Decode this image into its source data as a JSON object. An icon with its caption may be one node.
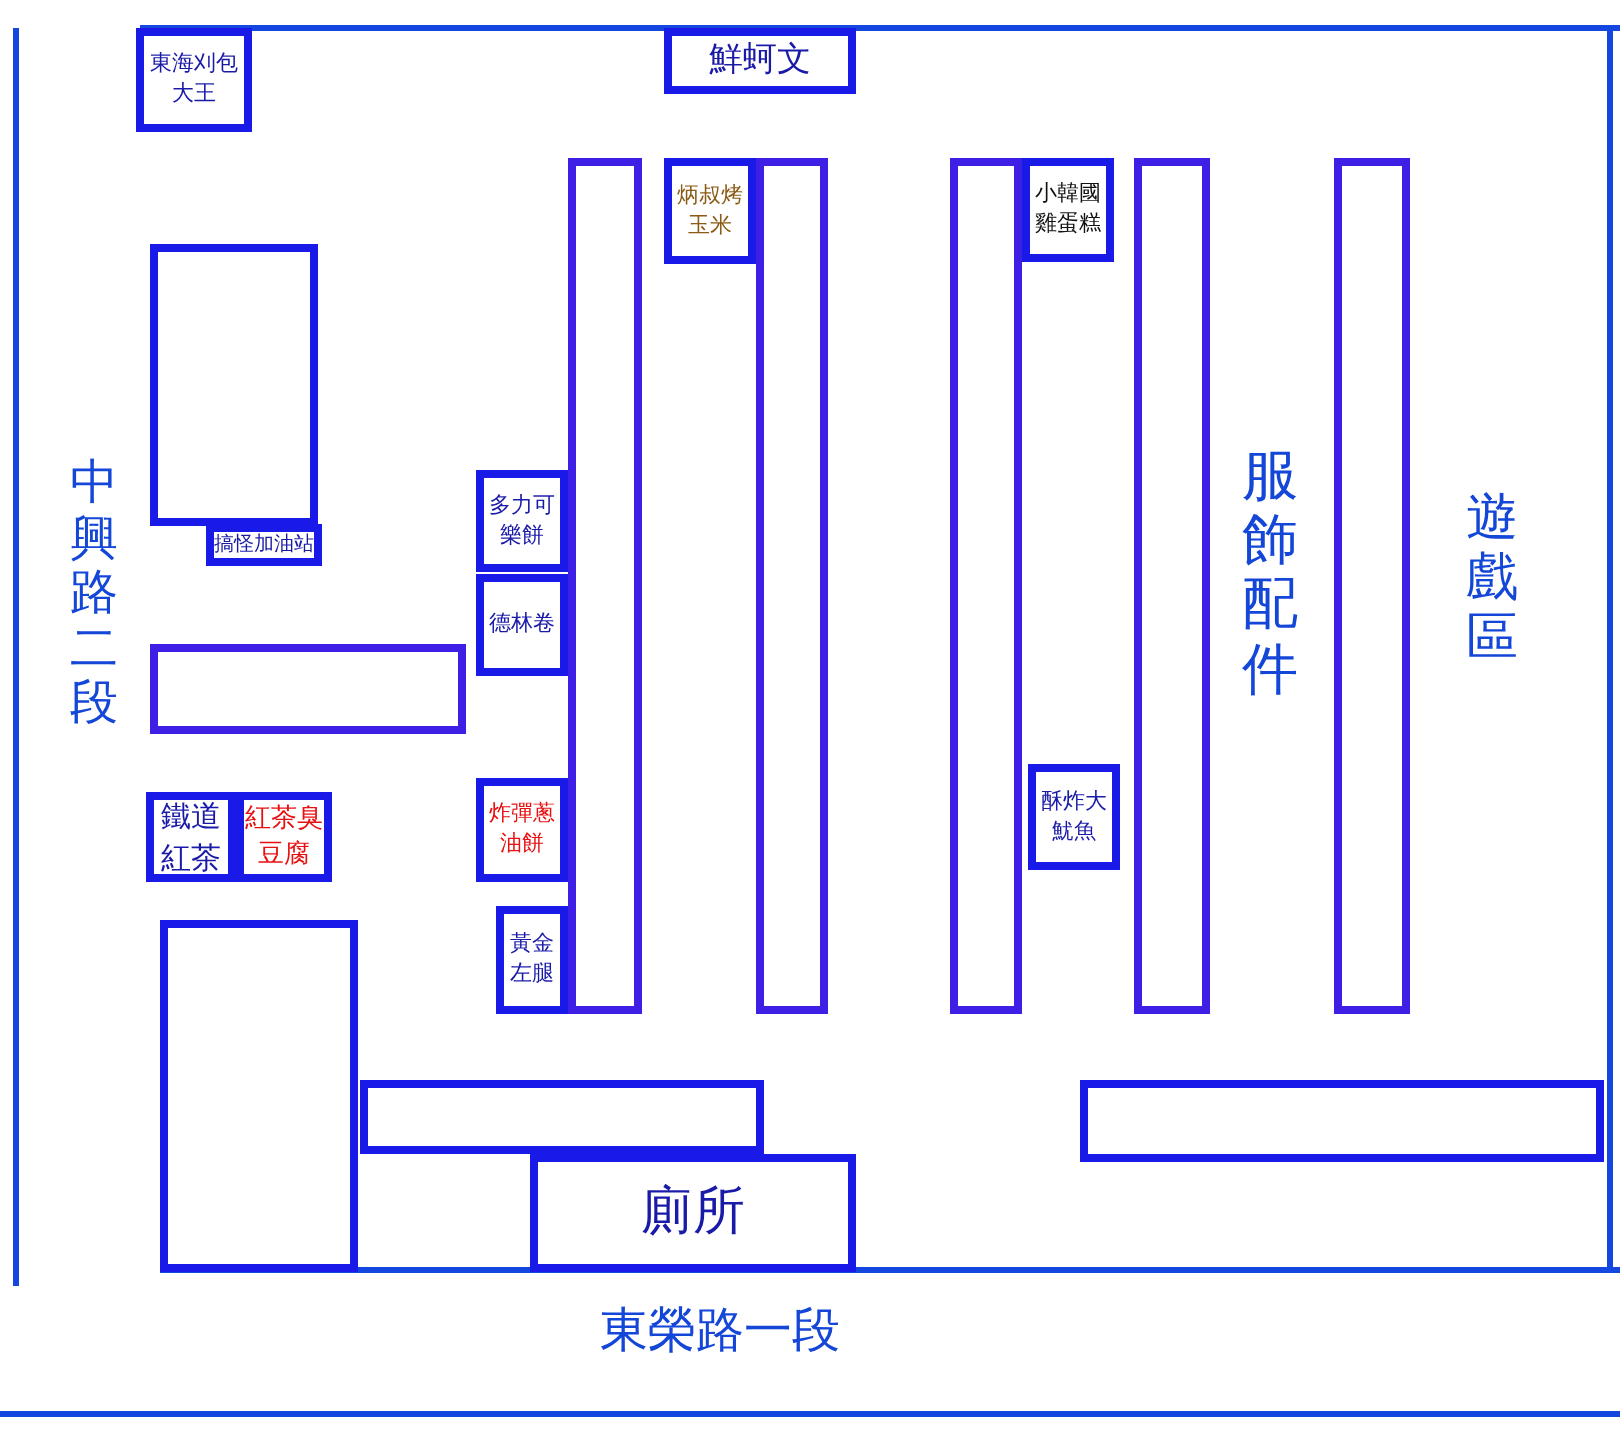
{
  "diagram": {
    "nodes": [
      {
        "text": [
          "東海刈包大王"
        ]
      },
      {
        "text": [
          "鮮蚵文"
        ]
      },
      {
        "text": [],
        "shape": "box"
      },
      {
        "text": [
          "炳叔烤玉米"
        ]
      },
      {
        "text": [],
        "shape": "box"
      },
      {
        "text": [],
        "shape": "box"
      },
      {
        "text": [
          "小韓國雞蛋糕"
        ]
      },
      {
        "text": [],
        "shape": "box"
      },
      {
        "text": [],
        "shape": "box"
      },
      {
        "text": [],
        "shape": "box"
      },
      {
        "text": [
          "搞怪加油站"
        ]
      },
      {
        "text": [
          "多力可樂餅"
        ]
      },
      {
        "text": [
          "德林卷"
        ]
      },
      {
        "text": [],
        "shape": "box"
      },
      {
        "text": [
          "酥炸大魷魚"
        ]
      },
      {
        "text": [
          "鐵道紅茶"
        ]
      },
      {
        "text": [
          "紅茶臭豆腐"
        ]
      },
      {
        "text": [
          "炸彈蔥油餅"
        ]
      },
      {
        "text": [
          "黃金左腿"
        ]
      },
      {
        "text": [],
        "shape": "box"
      },
      {
        "text": [],
        "shape": "box"
      },
      {
        "text": [],
        "shape": "box"
      },
      {
        "text": [
          "廁所"
        ]
      }
    ],
    "labels": [
      "中興路二段",
      "服飾配件",
      "遊戲區",
      "東榮路一段"
    ]
  }
}
